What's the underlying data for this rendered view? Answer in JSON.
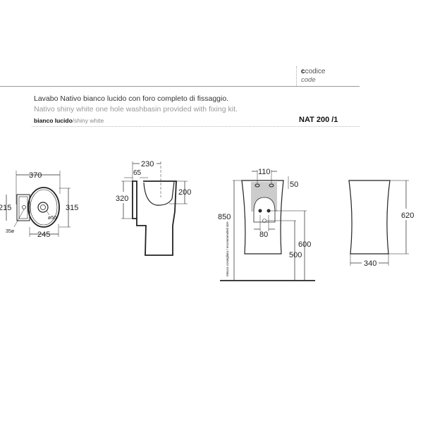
{
  "header": {
    "code_label_it": "codice",
    "code_label_en": "code",
    "description_it": "Lavabo Nativo bianco lucido con foro completo di fissaggio.",
    "description_en": "Nativo shiny white  one hole washbasin provided with fixing kit.",
    "finish_it": "bianco lucido",
    "finish_en": "/shiny white",
    "product_code": "NAT 200 /1"
  },
  "drawing": {
    "top_view": {
      "width": "370",
      "depth": "315",
      "side_depth": "215",
      "basin_width": "245",
      "hole_dia": "ø50",
      "tap_dia": "35ø"
    },
    "side_view": {
      "depth": "230",
      "wall_offset": "65",
      "height": "320",
      "bowl_depth": "200"
    },
    "front_view": {
      "hole_spacing": "110",
      "hole_offset": "50",
      "total_height": "850",
      "waste_spacing": "80",
      "supply_height": "600",
      "waste_height": "500",
      "note": "Misura consigliata / recommended size"
    },
    "pedestal_view": {
      "height": "620",
      "width": "340"
    }
  }
}
